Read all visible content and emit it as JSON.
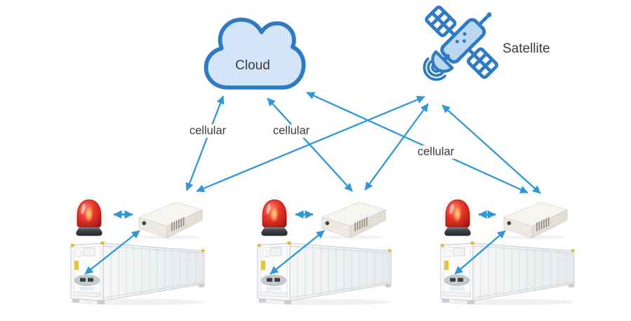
{
  "diagram": {
    "cloud": {
      "label": "Cloud"
    },
    "satellite": {
      "label": "Satellite"
    },
    "connection_labels": {
      "cloud_to_unit1": "cellular",
      "cloud_to_unit2": "cellular",
      "cloud_to_unit3": "cellular"
    },
    "icons": {
      "cloud": "cloud-icon",
      "satellite": "satellite-icon",
      "beacon": "alarm-beacon-icon",
      "gateway": "gateway-device-icon",
      "container": "reefer-container-icon",
      "links": "double-headed-arrow"
    },
    "colors": {
      "arrow_blue": "#2E97D7",
      "icon_blue_stroke": "#2E7BC4",
      "icon_blue_fill": "#BCD7F0",
      "cloud_fill": "#D3E5F6",
      "label_text": "#3C3C3C",
      "beacon_red": "#D93226"
    }
  }
}
